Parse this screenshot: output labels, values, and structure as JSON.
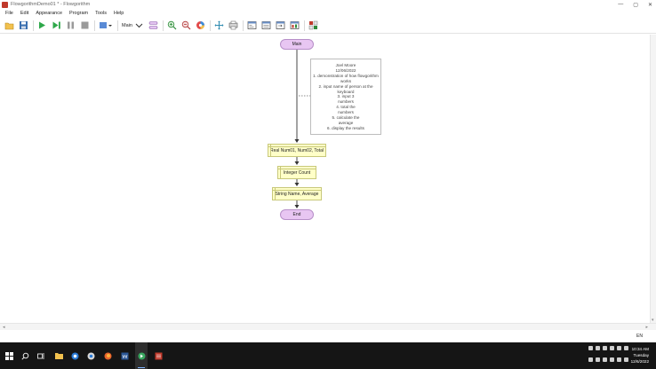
{
  "window": {
    "title": "FlowgorithmDemo01 * - Flowgorithm",
    "controls": [
      "—",
      "▢",
      "✕"
    ]
  },
  "menu": [
    "File",
    "Edit",
    "Appearance",
    "Program",
    "Tools",
    "Help"
  ],
  "toolbar": {
    "layout_label": "Main"
  },
  "flowchart": {
    "start": "Main",
    "comment_lines": [
      "Joel Moore",
      "12/06/2022",
      "1. demonstration of how flowgorithm",
      "works",
      "2. input name of person at the",
      "keyboard",
      "3. input 3",
      "numbers",
      "4. total the",
      "numbers",
      "5. calculate the",
      "average",
      "6. display the results"
    ],
    "declare_1": "Real Num01, Num02, Total",
    "declare_2": "Integer Count",
    "declare_3": "String Name, Average",
    "end": "End"
  },
  "status": {
    "language": "EN"
  },
  "taskbar": {
    "time": "10:34 AM",
    "day": "Tuesday",
    "date": "12/6/2022"
  },
  "colors": {
    "terminal_fill": "#e8c6f2",
    "declare_fill": "#ffffc8",
    "taskbar_bg": "#151515"
  }
}
